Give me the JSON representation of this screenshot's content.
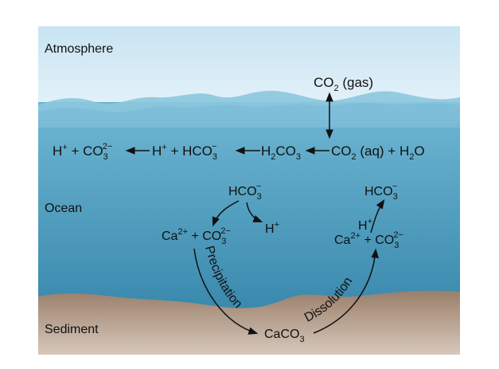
{
  "regions": {
    "atmosphere": "Atmosphere",
    "ocean": "Ocean",
    "sediment": "Sediment"
  },
  "colors": {
    "sky_top": "#c8e4f2",
    "sky_bottom": "#e6f3fa",
    "ocean_top": "#6fb7d4",
    "ocean_bottom": "#3a89ad",
    "wave": "#8cc6de",
    "sediment_top": "#9a7f6a",
    "sediment_bottom": "#d7c8bb"
  },
  "species": {
    "co2_gas": {
      "main": "CO",
      "sub": "2",
      "suffix": " (gas)"
    },
    "carbonate_left": {
      "prefix": "H",
      "sup": "+",
      "mid": " + CO",
      "sub": "3",
      "sup2": "2−"
    },
    "bicarb_eq": {
      "prefix": "H",
      "sup": "+",
      "mid": " + HCO",
      "sub": "3",
      "sup2": "−"
    },
    "carbonic": {
      "main": "H",
      "sub": "2",
      "mid": "CO",
      "sub2": "3"
    },
    "co2_aq": {
      "main": "CO",
      "sub": "2",
      "mid": " (aq) + H",
      "sub2": "2",
      "suffix": "O"
    },
    "hco3_left": {
      "main": "HCO",
      "sub": "3",
      "sup": "−"
    },
    "h_left": {
      "main": "H",
      "sup": "+"
    },
    "ca_co3_left": {
      "main": "Ca",
      "sup": "2+",
      "mid": " + CO",
      "sub": "3",
      "sup2": "2−"
    },
    "hco3_right": {
      "main": "HCO",
      "sub": "3",
      "sup": "−"
    },
    "h_right": {
      "main": "H",
      "sup": "+"
    },
    "ca_co3_right": {
      "main": "Ca",
      "sup": "2+",
      "mid": " + CO",
      "sub": "3",
      "sup2": "2−"
    },
    "caco3": {
      "main": "CaCO",
      "sub": "3"
    }
  },
  "processes": {
    "precipitation": "Precipitation",
    "dissolution": "Dissolution"
  }
}
